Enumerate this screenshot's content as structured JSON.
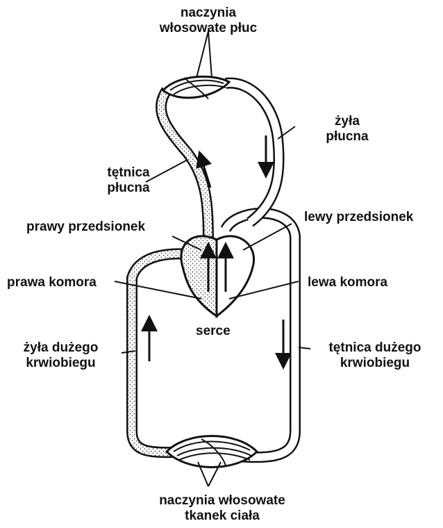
{
  "labels": {
    "lung_capillaries": [
      "naczynia",
      "włosowate płuc"
    ],
    "pulmonary_vein": [
      "żyła",
      "płucna"
    ],
    "pulmonary_artery": [
      "tętnica",
      "płucna"
    ],
    "right_atrium": "prawy przedsionek",
    "left_atrium": "lewy przedsionek",
    "right_ventricle": "prawa komora",
    "left_ventricle": "lewa komora",
    "heart": "serce",
    "systemic_vein": [
      "żyła dużego",
      "krwiobiegu"
    ],
    "systemic_artery": [
      "tętnica dużego",
      "krwiobiegu"
    ],
    "tissue_capillaries": [
      "naczynia włosowate",
      "tkanek ciała"
    ]
  },
  "colors": {
    "ink": "#111111",
    "deoxygenated_stipple": "#555555",
    "background": "#ffffff"
  }
}
